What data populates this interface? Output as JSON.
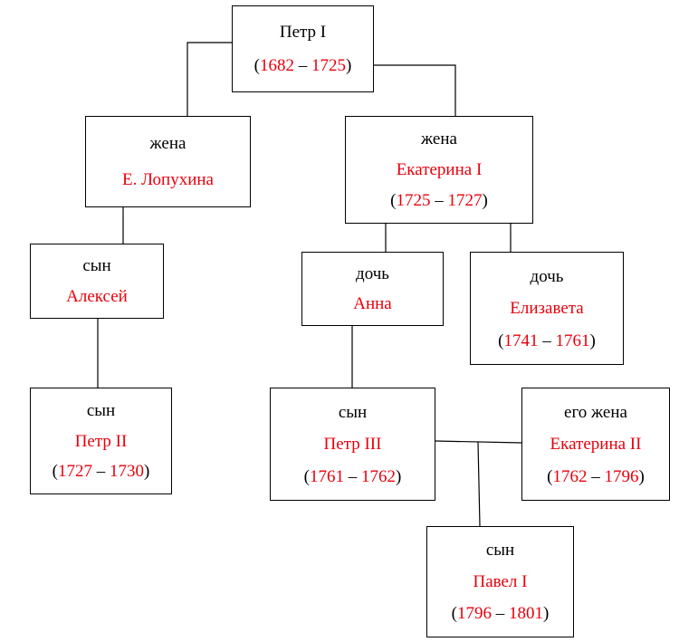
{
  "colors": {
    "relation": "#000000",
    "name": "#e8000b",
    "border": "#000000"
  },
  "people": {
    "peter1": {
      "name": "Петр I",
      "years": [
        "1682",
        "1725"
      ]
    },
    "lopukhina": {
      "relation": "жена",
      "name": "Е. Лопухина"
    },
    "catherine1": {
      "relation": "жена",
      "name": "Екатерина I",
      "years": [
        "1725",
        "1727"
      ]
    },
    "alexei": {
      "relation": "сын",
      "name": "Алексей"
    },
    "anna": {
      "relation": "дочь",
      "name": "Анна"
    },
    "elizabeth": {
      "relation": "дочь",
      "name": "Елизавета",
      "years": [
        "1741",
        "1761"
      ]
    },
    "peter2": {
      "relation": "сын",
      "name": "Петр II",
      "years": [
        "1727",
        "1730"
      ]
    },
    "peter3": {
      "relation": "сын",
      "name": "Петр III",
      "years": [
        "1761",
        "1762"
      ]
    },
    "catherine2": {
      "relation": "его жена",
      "name": "Екатерина II",
      "years": [
        "1762",
        "1796"
      ]
    },
    "paul1": {
      "relation": "сын",
      "name": "Павел I",
      "years": [
        "1796",
        "1801"
      ]
    }
  }
}
